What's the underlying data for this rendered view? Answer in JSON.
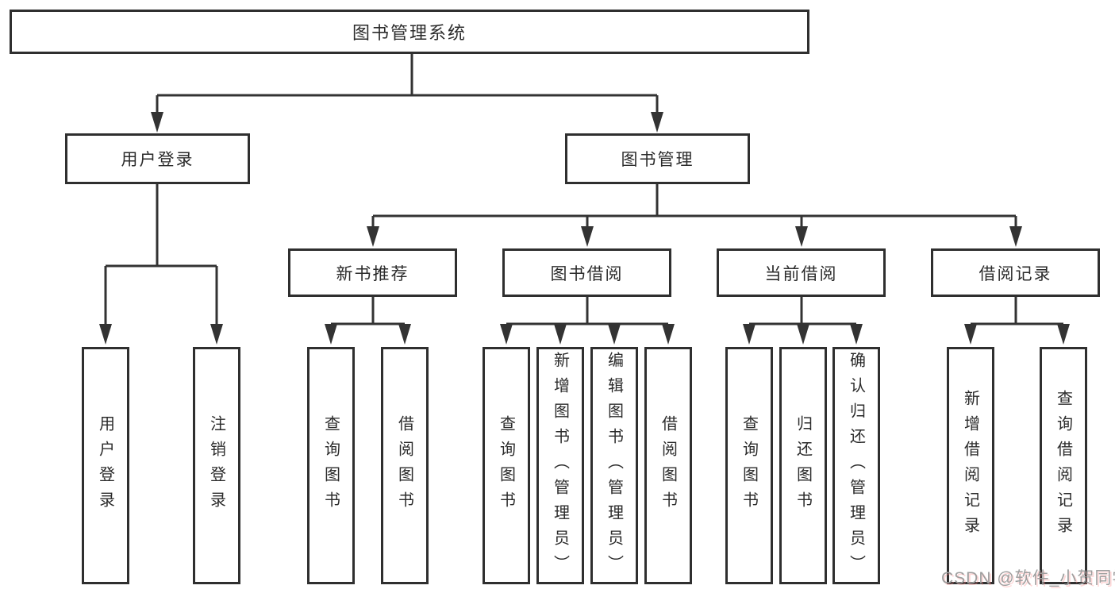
{
  "nodes": {
    "root": "图书管理系统",
    "user_login": "用户登录",
    "book_management": "图书管理",
    "new_book_recommend": "新书推荐",
    "book_borrowing": "图书借阅",
    "current_borrowing": "当前借阅",
    "borrowing_records": "借阅记录",
    "leaf_user_login": "用户登录",
    "leaf_logout": "注销登录",
    "leaf_nb_query_books": "查询图书",
    "leaf_nb_borrow_books": "借阅图书",
    "leaf_bb_query_books": "查询图书",
    "leaf_bb_add_books_admin": "新增图书（管理员）",
    "leaf_bb_edit_books_admin": "编辑图书（管理员）",
    "leaf_bb_borrow_books": "借阅图书",
    "leaf_cb_query_books": "查询图书",
    "leaf_cb_return_books": "归还图书",
    "leaf_cb_confirm_return_admin": "确认归还（管理员）",
    "leaf_br_add_record": "新增借阅记录",
    "leaf_br_query_record": "查询借阅记录"
  },
  "watermark": {
    "text": "CSDN @软件_小贺同学"
  },
  "colors": {
    "line": "#333333",
    "box_border": "#2f2f2f",
    "box_fill": "#ffffff",
    "text": "#2b2b2b",
    "watermark": "#9e9e9e"
  }
}
